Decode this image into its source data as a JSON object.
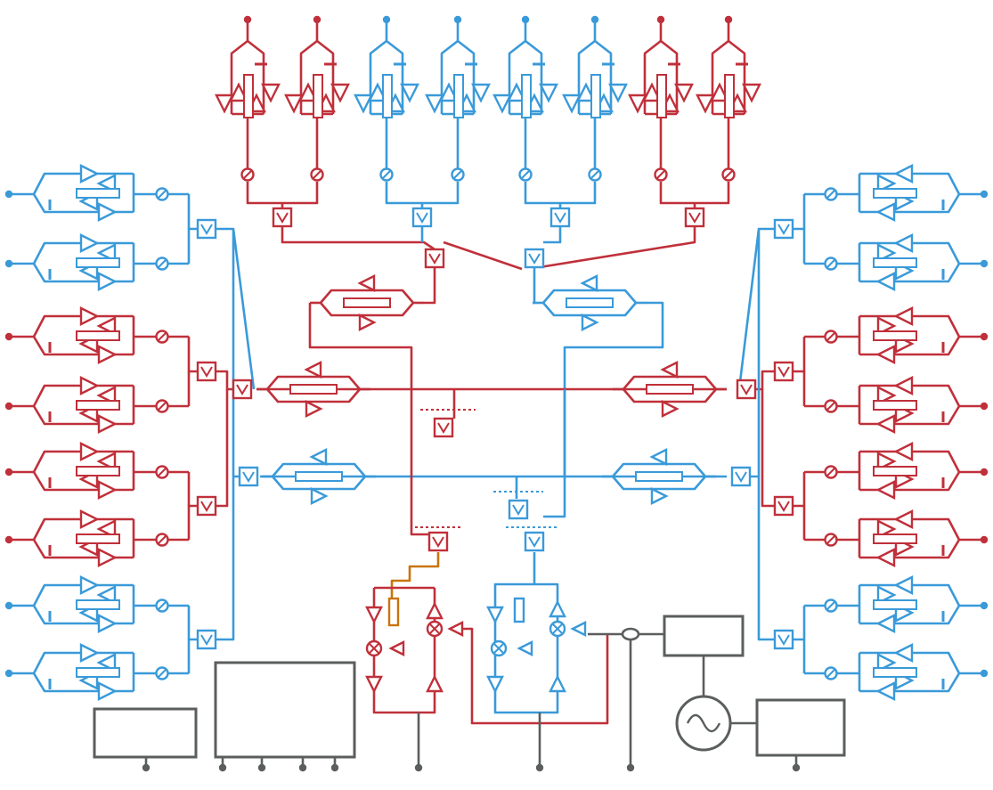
{
  "colors": {
    "red": "#c0303a",
    "blue": "#3a9ad9",
    "gray": "#5a5e5c",
    "orange": "#c8740e",
    "background": "#ffffff"
  },
  "icons": [
    "amplifier-triangle",
    "phase-shifter-circle",
    "power-combiner-box",
    "mixer-circle",
    "sine-source-icon",
    "port-dot"
  ]
}
